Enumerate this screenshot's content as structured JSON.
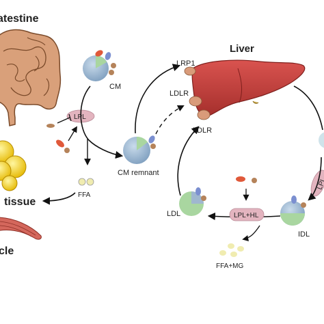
{
  "labels": {
    "intestine": "atestine",
    "adipose": "tissue",
    "muscle": "cle",
    "liver": "Liver",
    "cm": "CM",
    "cm_remnant": "CM remnant",
    "lpl": "LPL",
    "ffa": "FFA",
    "lrp1": "LRP1",
    "ldlr_top": "LDLR",
    "ldlr_bottom": "LDLR",
    "ldl": "LDL",
    "idl": "IDL",
    "lpl_hl": "LPL+HL",
    "ffa_mg": "FFA+MG",
    "lpl_right": "LPL"
  },
  "colors": {
    "particle": "#9fb7cf",
    "particle_green": "#a9d6a0",
    "apo_orange": "#e0593a",
    "apo_brown": "#b5835a",
    "lpl_pink": "#e3b4bf",
    "liver_red": "#c9403d",
    "intestine": "#d9a07a",
    "fat_yellow": "#f1cf1f",
    "muscle": "#d4675c",
    "ffa_yellow": "#f0ecb0"
  }
}
